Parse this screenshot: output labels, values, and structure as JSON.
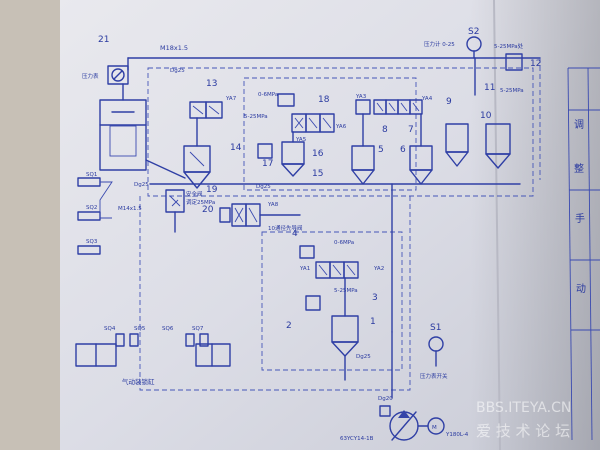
{
  "components": {
    "c1": "1",
    "c2": "2",
    "c3": "3",
    "c4": "4",
    "c5": "5",
    "c6": "6",
    "c7": "7",
    "c8": "8",
    "c9": "9",
    "c10": "10",
    "c11": "11",
    "c12": "12",
    "c13": "13",
    "c14": "14",
    "c15": "15",
    "c16": "16",
    "c17": "17",
    "c18": "18",
    "c19": "19",
    "c20": "20",
    "c21": "21",
    "s1": "S1",
    "s2": "S2"
  },
  "solenoids": {
    "ya1": "YA1",
    "ya2": "YA2",
    "ya3": "YA3",
    "ya4": "YA4",
    "ya5": "YA5",
    "ya6": "YA6",
    "ya7": "YA7",
    "ya8": "YA8"
  },
  "switches": {
    "sq1": "SQ1",
    "sq2": "SQ2",
    "sq3": "SQ3",
    "sq4": "SQ4",
    "sq5": "SQ5",
    "sq6": "SQ6",
    "sq7": "SQ7"
  },
  "labels": {
    "thread_top": "M18x1.5",
    "thread_left": "M14x1.5",
    "dg25": "Dg25",
    "dg20": "Dg20",
    "p_0_6": "0-6MPa",
    "p_5_25": "5-25MPa",
    "p_5_25_s": "5-25MPa",
    "p_5_25_12": "5-25MPa处",
    "p_0_6_b": "0-6MPa",
    "p_5_25_b": "5-25MPa",
    "safe_valve": "安全阀",
    "safe_valve_set": "调定25MPa",
    "pressure_gauge": "压力表",
    "control_valve": "10通径先导阀",
    "cyl_caption": "气动装锁缸",
    "drawing_no": "63YCY14-1B",
    "motor_label": "Y180L-4",
    "top_small": "压力计 0-25",
    "s1_caption": "压力表开关",
    "right_col_1": "调",
    "right_col_2": "整",
    "right_col_3": "手",
    "right_col_4": "动"
  },
  "watermark": {
    "line1": "BBS.ITEYA.CN",
    "line2": "爱 技 术 论 坛"
  }
}
